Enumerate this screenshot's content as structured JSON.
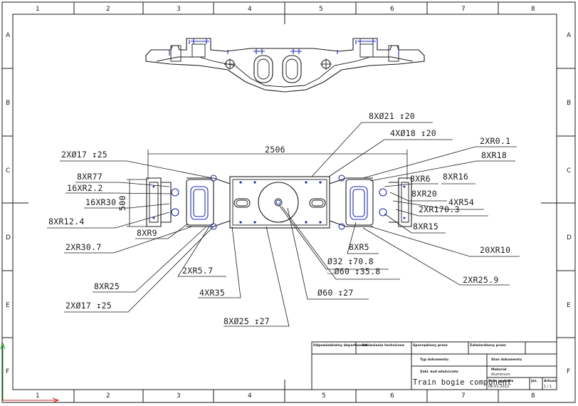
{
  "sheet": {
    "zones_columns": [
      "1",
      "2",
      "3",
      "4",
      "5",
      "6",
      "7",
      "8"
    ],
    "zones_rows": [
      "A",
      "B",
      "C",
      "D",
      "E",
      "F"
    ]
  },
  "dimensions": {
    "overall_length": "2506",
    "height_dim": "500",
    "callouts": [
      "8XØ21 ↧20",
      "4XØ18 ↧20",
      "2XR0.1",
      "8XR18",
      "2XØ17 ↧25",
      "8XR77",
      "16XR2.2",
      "16XR30",
      "8XR12.4",
      "8XR9",
      "2XR30.7",
      "8XR6",
      "8XR16",
      "8XR20",
      "4XR54",
      "2XR170.3",
      "8XR15",
      "8XR5",
      "20XR10",
      "Ø32 ↧70.8",
      "⌴Ø60 ↧35.8",
      "2XR25.9",
      "2XR5.7",
      "8XR25",
      "4XR35",
      "Ø60 ↧27",
      "2XØ17 ↧25",
      "8XØ25 ↧27"
    ]
  },
  "title_block": {
    "responsible_department": "Odpowiedzialny departament",
    "technical_reference": "Odniesienie techniczne",
    "created_by": "Sporządzony przez",
    "approved_by": "Zatwierdzony przez",
    "document_type_label": "Typ dokumentu",
    "document_status_label": "Stan dokumentu",
    "legal_owner_label": "Zakł. kod właściciela",
    "material_label": "Materiał",
    "material_value": "Aluminium",
    "title": "Train bogie component",
    "rev_label": "Rev",
    "rev_value": "",
    "date_label": "Data wydania",
    "date_value": "08-01-2023",
    "lang_label": "Jęz.",
    "sheet_label": "Arkusz",
    "sheet_value": "1 / 1"
  }
}
